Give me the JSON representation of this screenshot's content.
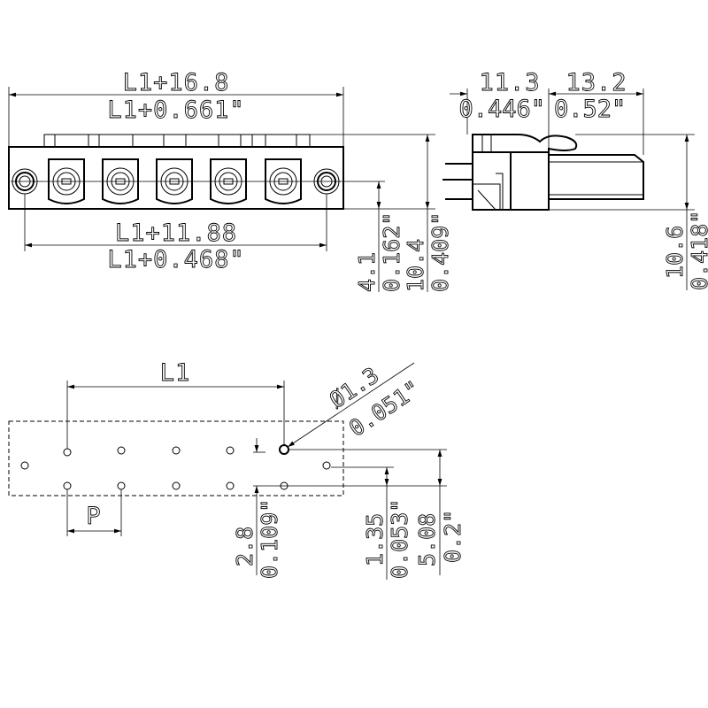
{
  "front_view": {
    "overall_length_mm": "L1+16.8",
    "overall_length_in": "L1+0.661\"",
    "flange_pitch_mm": "L1+11.88",
    "flange_pitch_in": "L1+0.468\"",
    "hole_height_mm": "4.1",
    "hole_height_in": "0.162\"",
    "total_height_mm": "10.4",
    "total_height_in": "0.409\""
  },
  "side_view": {
    "depth_left_mm": "11.3",
    "depth_left_in": "0.446\"",
    "depth_right_mm": "13.2",
    "depth_right_in": "0.52\"",
    "height_mm": "10.6",
    "height_in": "0.418\""
  },
  "footprint": {
    "length_label": "L1",
    "pitch_label": "P",
    "hole_dia_mm": "Ø1.3",
    "hole_dia_in": "0.051\"",
    "row_spacing_mm": "2.8",
    "row_spacing_in": "0.109\"",
    "flange_offset_mm": "1.35",
    "flange_offset_in": "0.053\"",
    "offset_mm": "5.08",
    "offset_in": "0.2\""
  }
}
